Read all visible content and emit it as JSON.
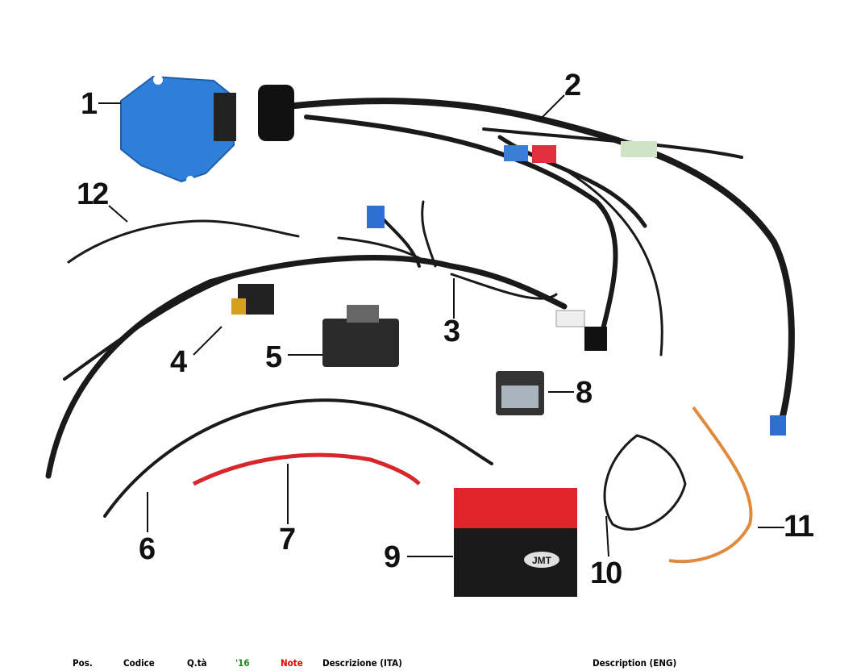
{
  "figure": {
    "callouts": [
      "1",
      "2",
      "3",
      "4",
      "5",
      "6",
      "7",
      "8",
      "9",
      "10",
      "11",
      "12"
    ],
    "battery_brand": "JMT"
  },
  "table_header": {
    "pos": "Pos.",
    "codice": "Codice",
    "qta": "Q.tà",
    "year": "'16",
    "note": "Note",
    "descr_ita": "Descrizione (ITA)",
    "descr_eng": "Description (ENG)"
  },
  "colors": {
    "year": "#1a8a1a",
    "note": "#e00000",
    "ecu": "#2f7fd8",
    "battery": "#e0242a"
  }
}
